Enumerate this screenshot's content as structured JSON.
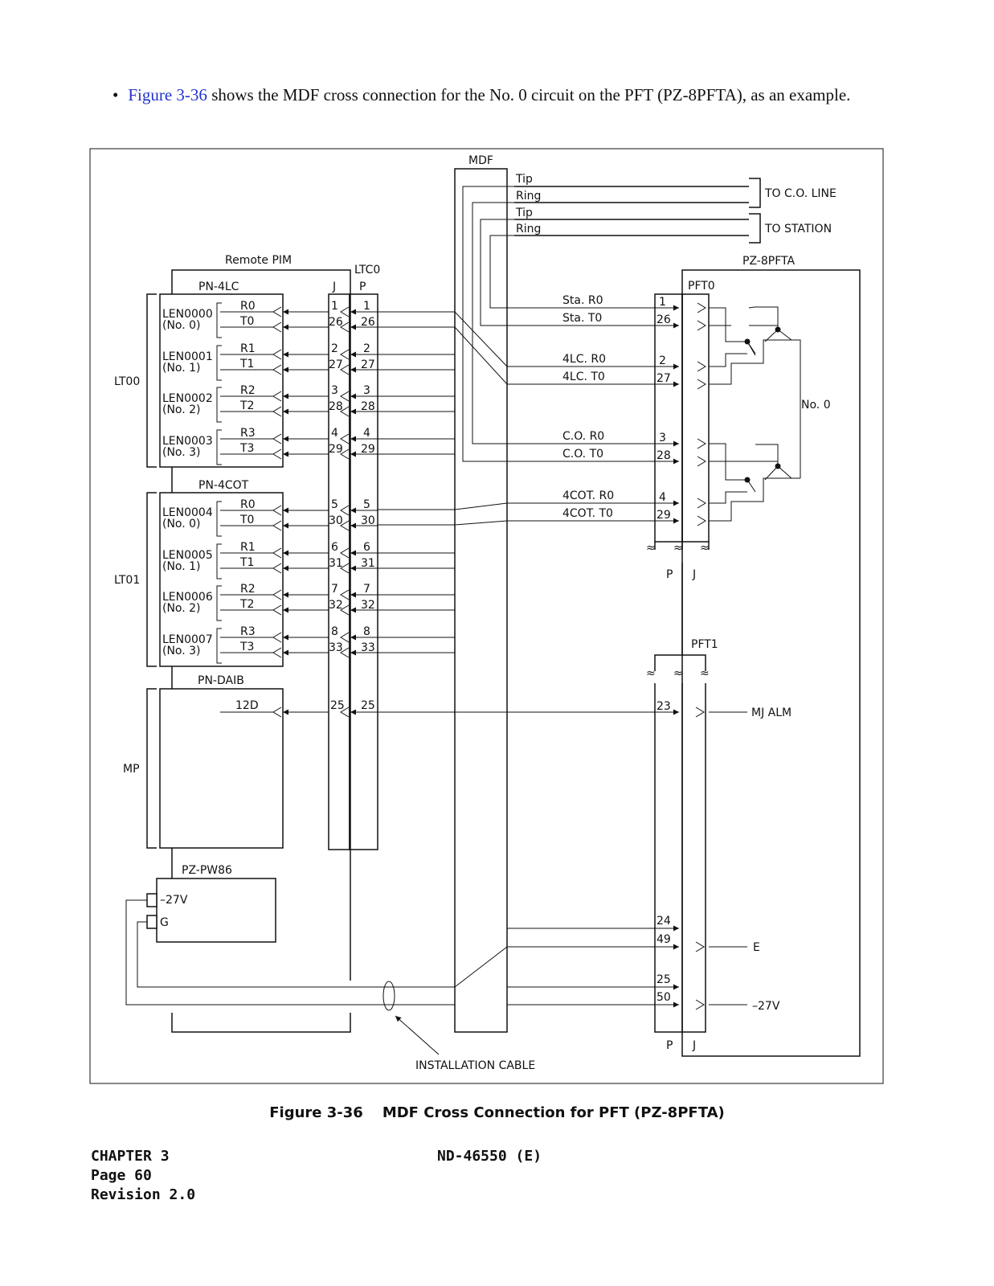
{
  "intro": {
    "bullet": "•",
    "link": "Figure 3-36",
    "text": "shows the MDF cross connection for the No. 0 circuit on the PFT (PZ-8PFTA), as an example."
  },
  "diagram": {
    "mdf": "MDF",
    "tip1": "Tip",
    "ring1": "Ring",
    "tip2": "Tip",
    "ring2": "Ring",
    "to_co_line": "TO C.O. LINE",
    "to_station": "TO STATION",
    "remote_pim": "Remote PIM",
    "ltc0": "LTC0",
    "j": "J",
    "p": "P",
    "pz8pfta": "PZ-8PFTA",
    "pft0": "PFT0",
    "pft1": "PFT1",
    "pn4lc": "PN-4LC",
    "pn4cot": "PN-4COT",
    "pndaib": "PN-DAIB",
    "pzpw86": "PZ-PW86",
    "lt00": "LT00",
    "lt01": "LT01",
    "mp": "MP",
    "no0_right": "No. 0",
    "lens": [
      {
        "len": "LEN0000",
        "no": "(No. 0)",
        "r": "R0",
        "t": "T0",
        "a": "1",
        "b": "26"
      },
      {
        "len": "LEN0001",
        "no": "(No. 1)",
        "r": "R1",
        "t": "T1",
        "a": "2",
        "b": "27"
      },
      {
        "len": "LEN0002",
        "no": "(No. 2)",
        "r": "R2",
        "t": "T2",
        "a": "3",
        "b": "28"
      },
      {
        "len": "LEN0003",
        "no": "(No. 3)",
        "r": "R3",
        "t": "T3",
        "a": "4",
        "b": "29"
      },
      {
        "len": "LEN0004",
        "no": "(No. 0)",
        "r": "R0",
        "t": "T0",
        "a": "5",
        "b": "30"
      },
      {
        "len": "LEN0005",
        "no": "(No. 1)",
        "r": "R1",
        "t": "T1",
        "a": "6",
        "b": "31"
      },
      {
        "len": "LEN0006",
        "no": "(No. 2)",
        "r": "R2",
        "t": "T2",
        "a": "7",
        "b": "32"
      },
      {
        "len": "LEN0007",
        "no": "(No. 3)",
        "r": "R3",
        "t": "T3",
        "a": "8",
        "b": "33"
      }
    ],
    "daib_signal": "12D",
    "daib_pin": "25",
    "pft_signals": [
      {
        "label": "Sta. R0",
        "pin": "1"
      },
      {
        "label": "Sta. T0",
        "pin": "26"
      },
      {
        "label": "4LC. R0",
        "pin": "2"
      },
      {
        "label": "4LC. T0",
        "pin": "27"
      },
      {
        "label": "C.O. R0",
        "pin": "3"
      },
      {
        "label": "C.O. T0",
        "pin": "28"
      },
      {
        "label": "4COT. R0",
        "pin": "4"
      },
      {
        "label": "4COT. T0",
        "pin": "29"
      }
    ],
    "mj_pin": "23",
    "mj_alm": "MJ ALM",
    "pin24": "24",
    "pin49": "49",
    "pin25": "25",
    "pin50": "50",
    "e": "E",
    "neg27v": "–27V",
    "pw_27v": "–27V",
    "pw_g": "G",
    "installation_cable": "INSTALLATION CABLE",
    "wave": "≈"
  },
  "caption": {
    "num": "Figure 3-36",
    "title": "MDF Cross Connection for PFT (PZ-8PFTA)"
  },
  "footer": {
    "chapter": "CHAPTER 3",
    "page": "Page 60",
    "revision": "Revision 2.0",
    "doc": "ND-46550 (E)"
  }
}
